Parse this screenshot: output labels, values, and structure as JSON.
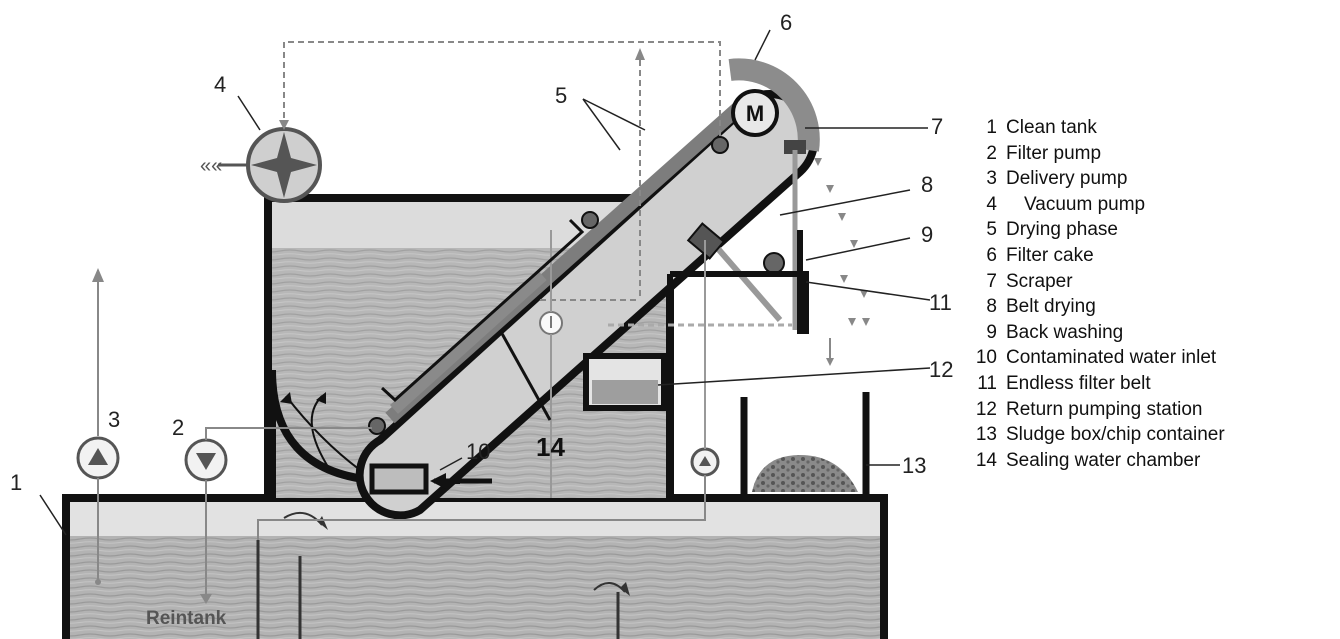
{
  "callouts": {
    "c1": "1",
    "c2": "2",
    "c3": "3",
    "c4": "4",
    "c5": "5",
    "c6": "6",
    "c7": "7",
    "c8": "8",
    "c9": "9",
    "c10": "10",
    "c11": "11",
    "c12": "12",
    "c13": "13",
    "c14": "14"
  },
  "motor_label": "M",
  "tank_label": "Reintank",
  "legend": [
    {
      "num": "1",
      "text": "Clean tank"
    },
    {
      "num": "2",
      "text": "Filter pump"
    },
    {
      "num": "3",
      "text": "Delivery pump"
    },
    {
      "num": "4",
      "text": "Vacuum pump"
    },
    {
      "num": "5",
      "text": "Drying phase"
    },
    {
      "num": "6",
      "text": "Filter cake"
    },
    {
      "num": "7",
      "text": "Scraper"
    },
    {
      "num": "8",
      "text": "Belt drying"
    },
    {
      "num": "9",
      "text": "Back washing"
    },
    {
      "num": "10",
      "text": "Contaminated water inlet"
    },
    {
      "num": "11",
      "text": "Endless filter belt"
    },
    {
      "num": "12",
      "text": "Return pumping station"
    },
    {
      "num": "13",
      "text": "Sludge box/chip container"
    },
    {
      "num": "14",
      "text": "Sealing water chamber"
    }
  ],
  "colors": {
    "outline": "#111111",
    "tank_fill": "#d6d6d6",
    "water": "#a9a9a9",
    "belt": "#7d7d7d",
    "dashed_pipe": "#888888"
  }
}
